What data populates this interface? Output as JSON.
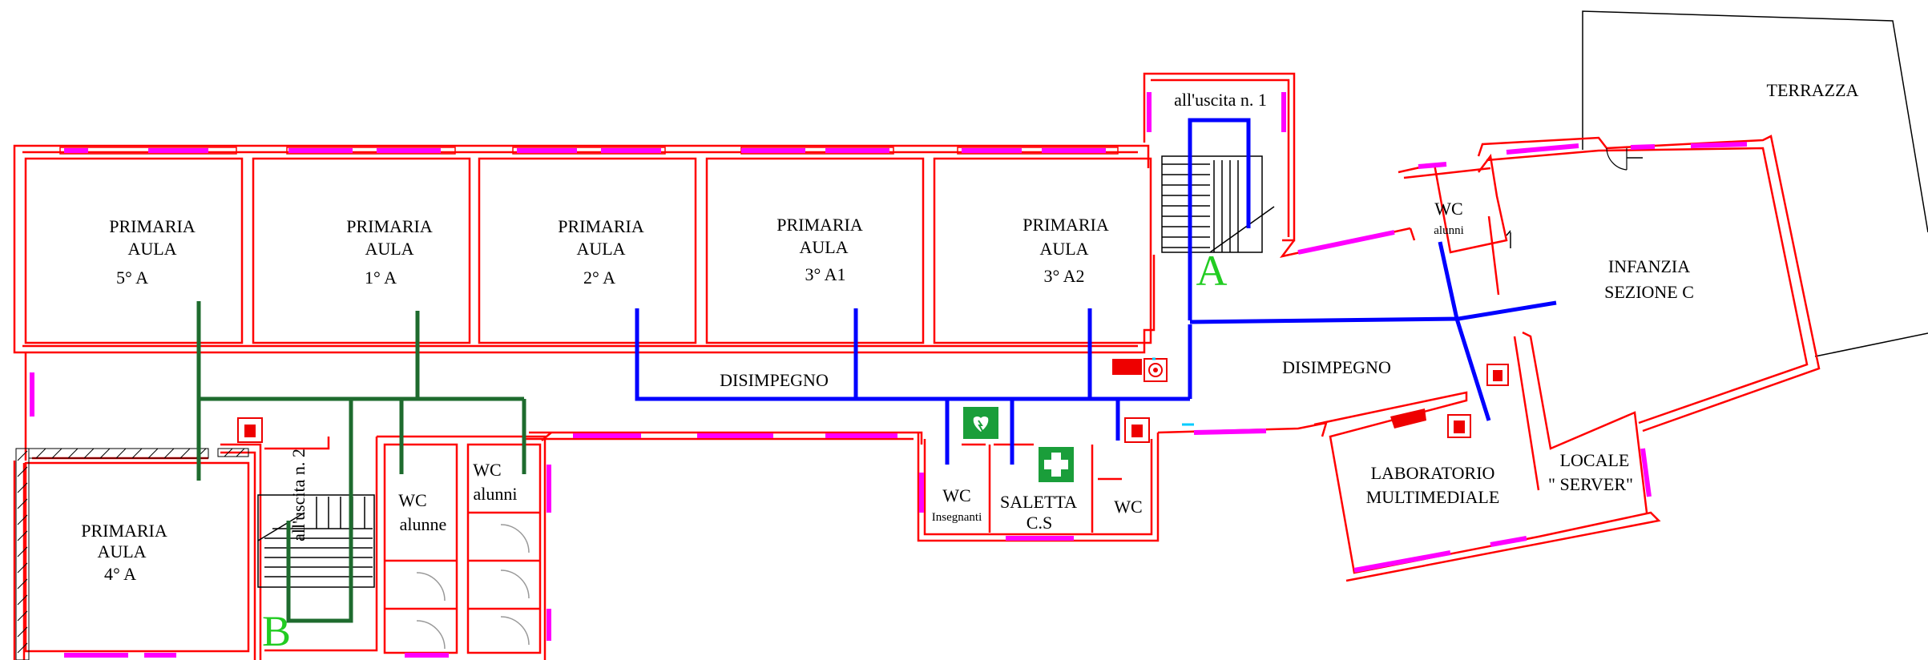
{
  "rooms": {
    "aula5a": [
      "PRIMARIA",
      "AULA",
      "5° A"
    ],
    "aula1a": [
      "PRIMARIA",
      "AULA",
      "1° A"
    ],
    "aula2a": [
      "PRIMARIA",
      "AULA",
      "2° A"
    ],
    "aula3a1": [
      "PRIMARIA",
      "AULA",
      "3° A1"
    ],
    "aula3a2": [
      "PRIMARIA",
      "AULA",
      "3° A2"
    ],
    "aula4a": [
      "PRIMARIA",
      "AULA",
      "4° A"
    ],
    "disimpegno_w": "DISIMPEGNO",
    "disimpegno_e": "DISIMPEGNO",
    "terrazza": "TERRAZZA",
    "infanzia": [
      "INFANZIA",
      "SEZIONE C"
    ],
    "laboratorio": [
      "LABORATORIO",
      "MULTIMEDIALE"
    ],
    "locale_server": [
      "LOCALE",
      "\" SERVER\""
    ],
    "saletta": [
      "SALETTA",
      "C.S"
    ],
    "wc_insegnanti": [
      "WC",
      "Insegnanti"
    ],
    "wc_alunne": [
      "WC",
      "alunne"
    ],
    "wc_alunni_left": [
      "WC",
      "alunni"
    ],
    "wc_alunni_right": [
      "WC",
      "alunni"
    ],
    "wc_center": "WC"
  },
  "exits": {
    "exit1_label": "all'uscita n. 1",
    "exit2_label": "all'uscita n. 2",
    "marker_a": "A",
    "marker_b": "B"
  },
  "colors": {
    "walls": "#ff0000",
    "windows": "#ff00ff",
    "route_a": "#0000ff",
    "route_b": "#1e6b2e",
    "exit_marker": "#22cc22",
    "first_aid": "#1a9e3a"
  },
  "icons": [
    "defibrillator-icon",
    "first-aid-icon",
    "fire-extinguisher-icon",
    "fire-hydrant-icon",
    "stair-arrow-icon"
  ]
}
